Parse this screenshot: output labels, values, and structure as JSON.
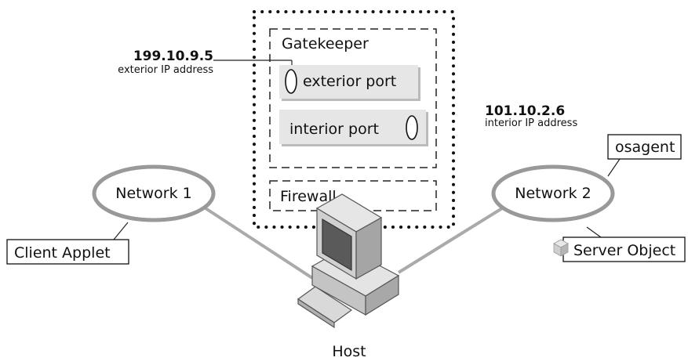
{
  "gatekeeper": {
    "title": "Gatekeeper",
    "exterior_port": "exterior port",
    "interior_port": "interior port"
  },
  "firewall": {
    "label": "Firewall"
  },
  "exterior_ip": {
    "address": "199.10.9.5",
    "caption": "exterior IP address"
  },
  "interior_ip": {
    "address": "101.10.2.6",
    "caption": "interior IP address"
  },
  "network1": {
    "label": "Network 1"
  },
  "network2": {
    "label": "Network 2"
  },
  "client_applet": {
    "label": "Client Applet"
  },
  "server_object": {
    "label": "Server Object"
  },
  "osagent": {
    "label": "osagent"
  },
  "host": {
    "label": "Host"
  }
}
